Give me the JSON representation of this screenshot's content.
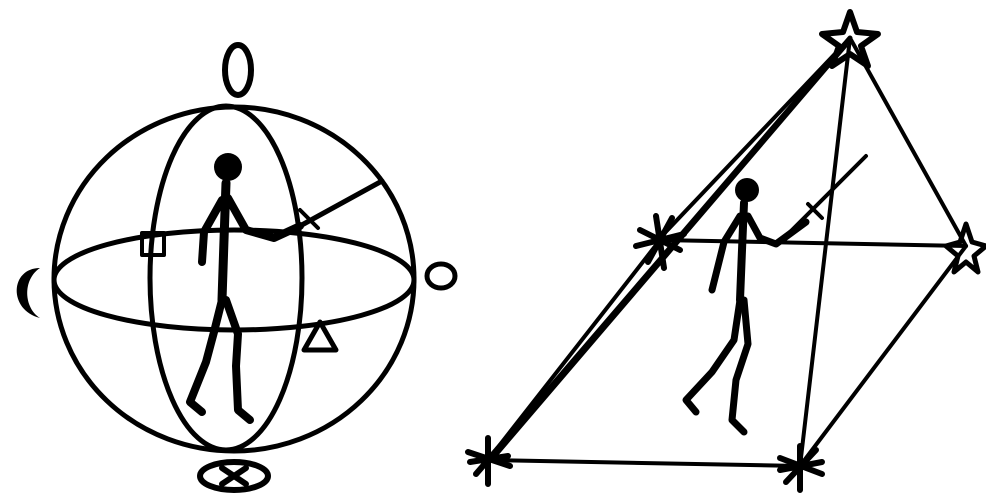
{
  "diagram": {
    "ink": "#000000",
    "paper": "#ffffff",
    "left_figure": {
      "shape": "sphere",
      "markers": [
        "vertical-oval-symbol",
        "crescent-symbol",
        "small-circle-symbol",
        "square-symbol",
        "triangle-symbol",
        "crossed-oval-symbol"
      ]
    },
    "right_figure": {
      "shape": "pyramid",
      "markers": [
        "star-symbol",
        "star-symbol",
        "star-symbol",
        "star-symbol",
        "star-symbol"
      ]
    }
  }
}
